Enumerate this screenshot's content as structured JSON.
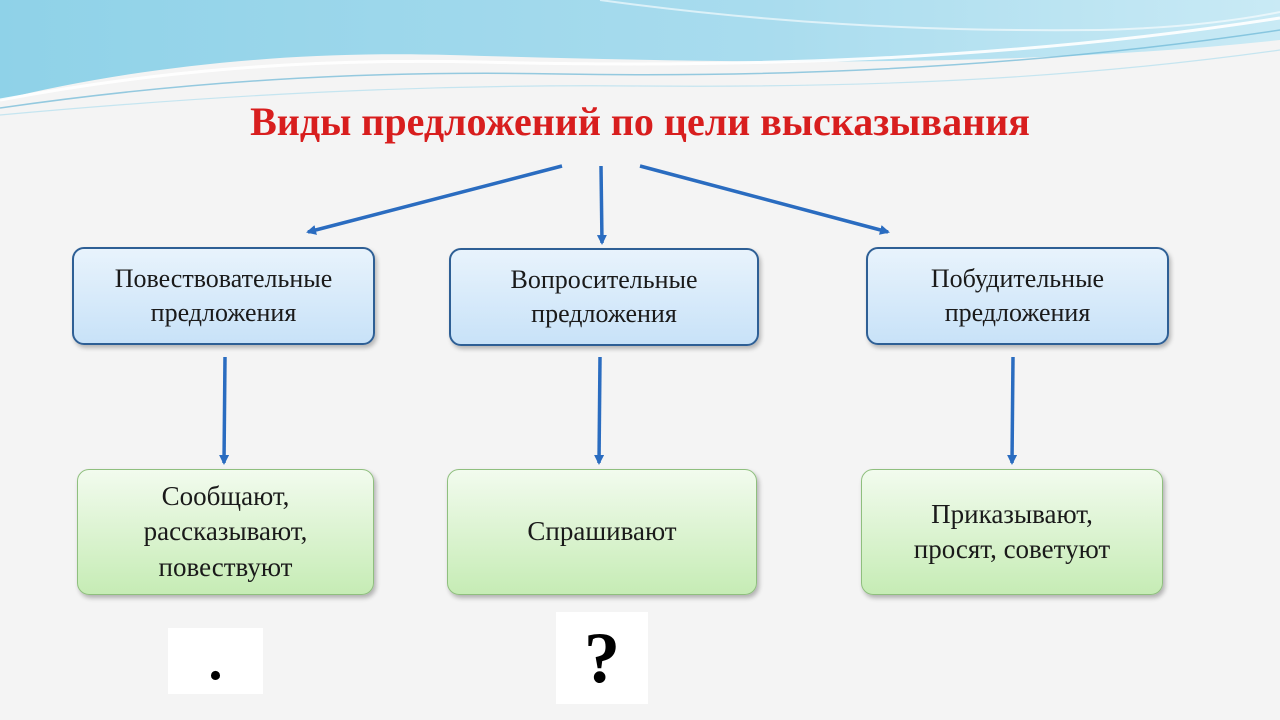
{
  "title": "Виды предложений по цели высказывания",
  "types": [
    {
      "label": "Повествовательные\nпредложения",
      "purpose": "Сообщают,\nрассказывают,\nповествуют",
      "mark": "."
    },
    {
      "label": "Вопросительные\nпредложения",
      "purpose": "Спрашивают",
      "mark": "?"
    },
    {
      "label": "Побудительные\nпредложения",
      "purpose": "Приказывают,\nпросят, советуют"
    }
  ],
  "colors": {
    "title": "#d81e1e",
    "arrow": "#2a6cc0",
    "type_box_border": "#2e5f95",
    "type_box_fill": "#c8e2f8",
    "purpose_box_border": "#8fbf7e",
    "purpose_box_fill": "#c6ecb5",
    "wave_main": "#8fd0e6"
  }
}
